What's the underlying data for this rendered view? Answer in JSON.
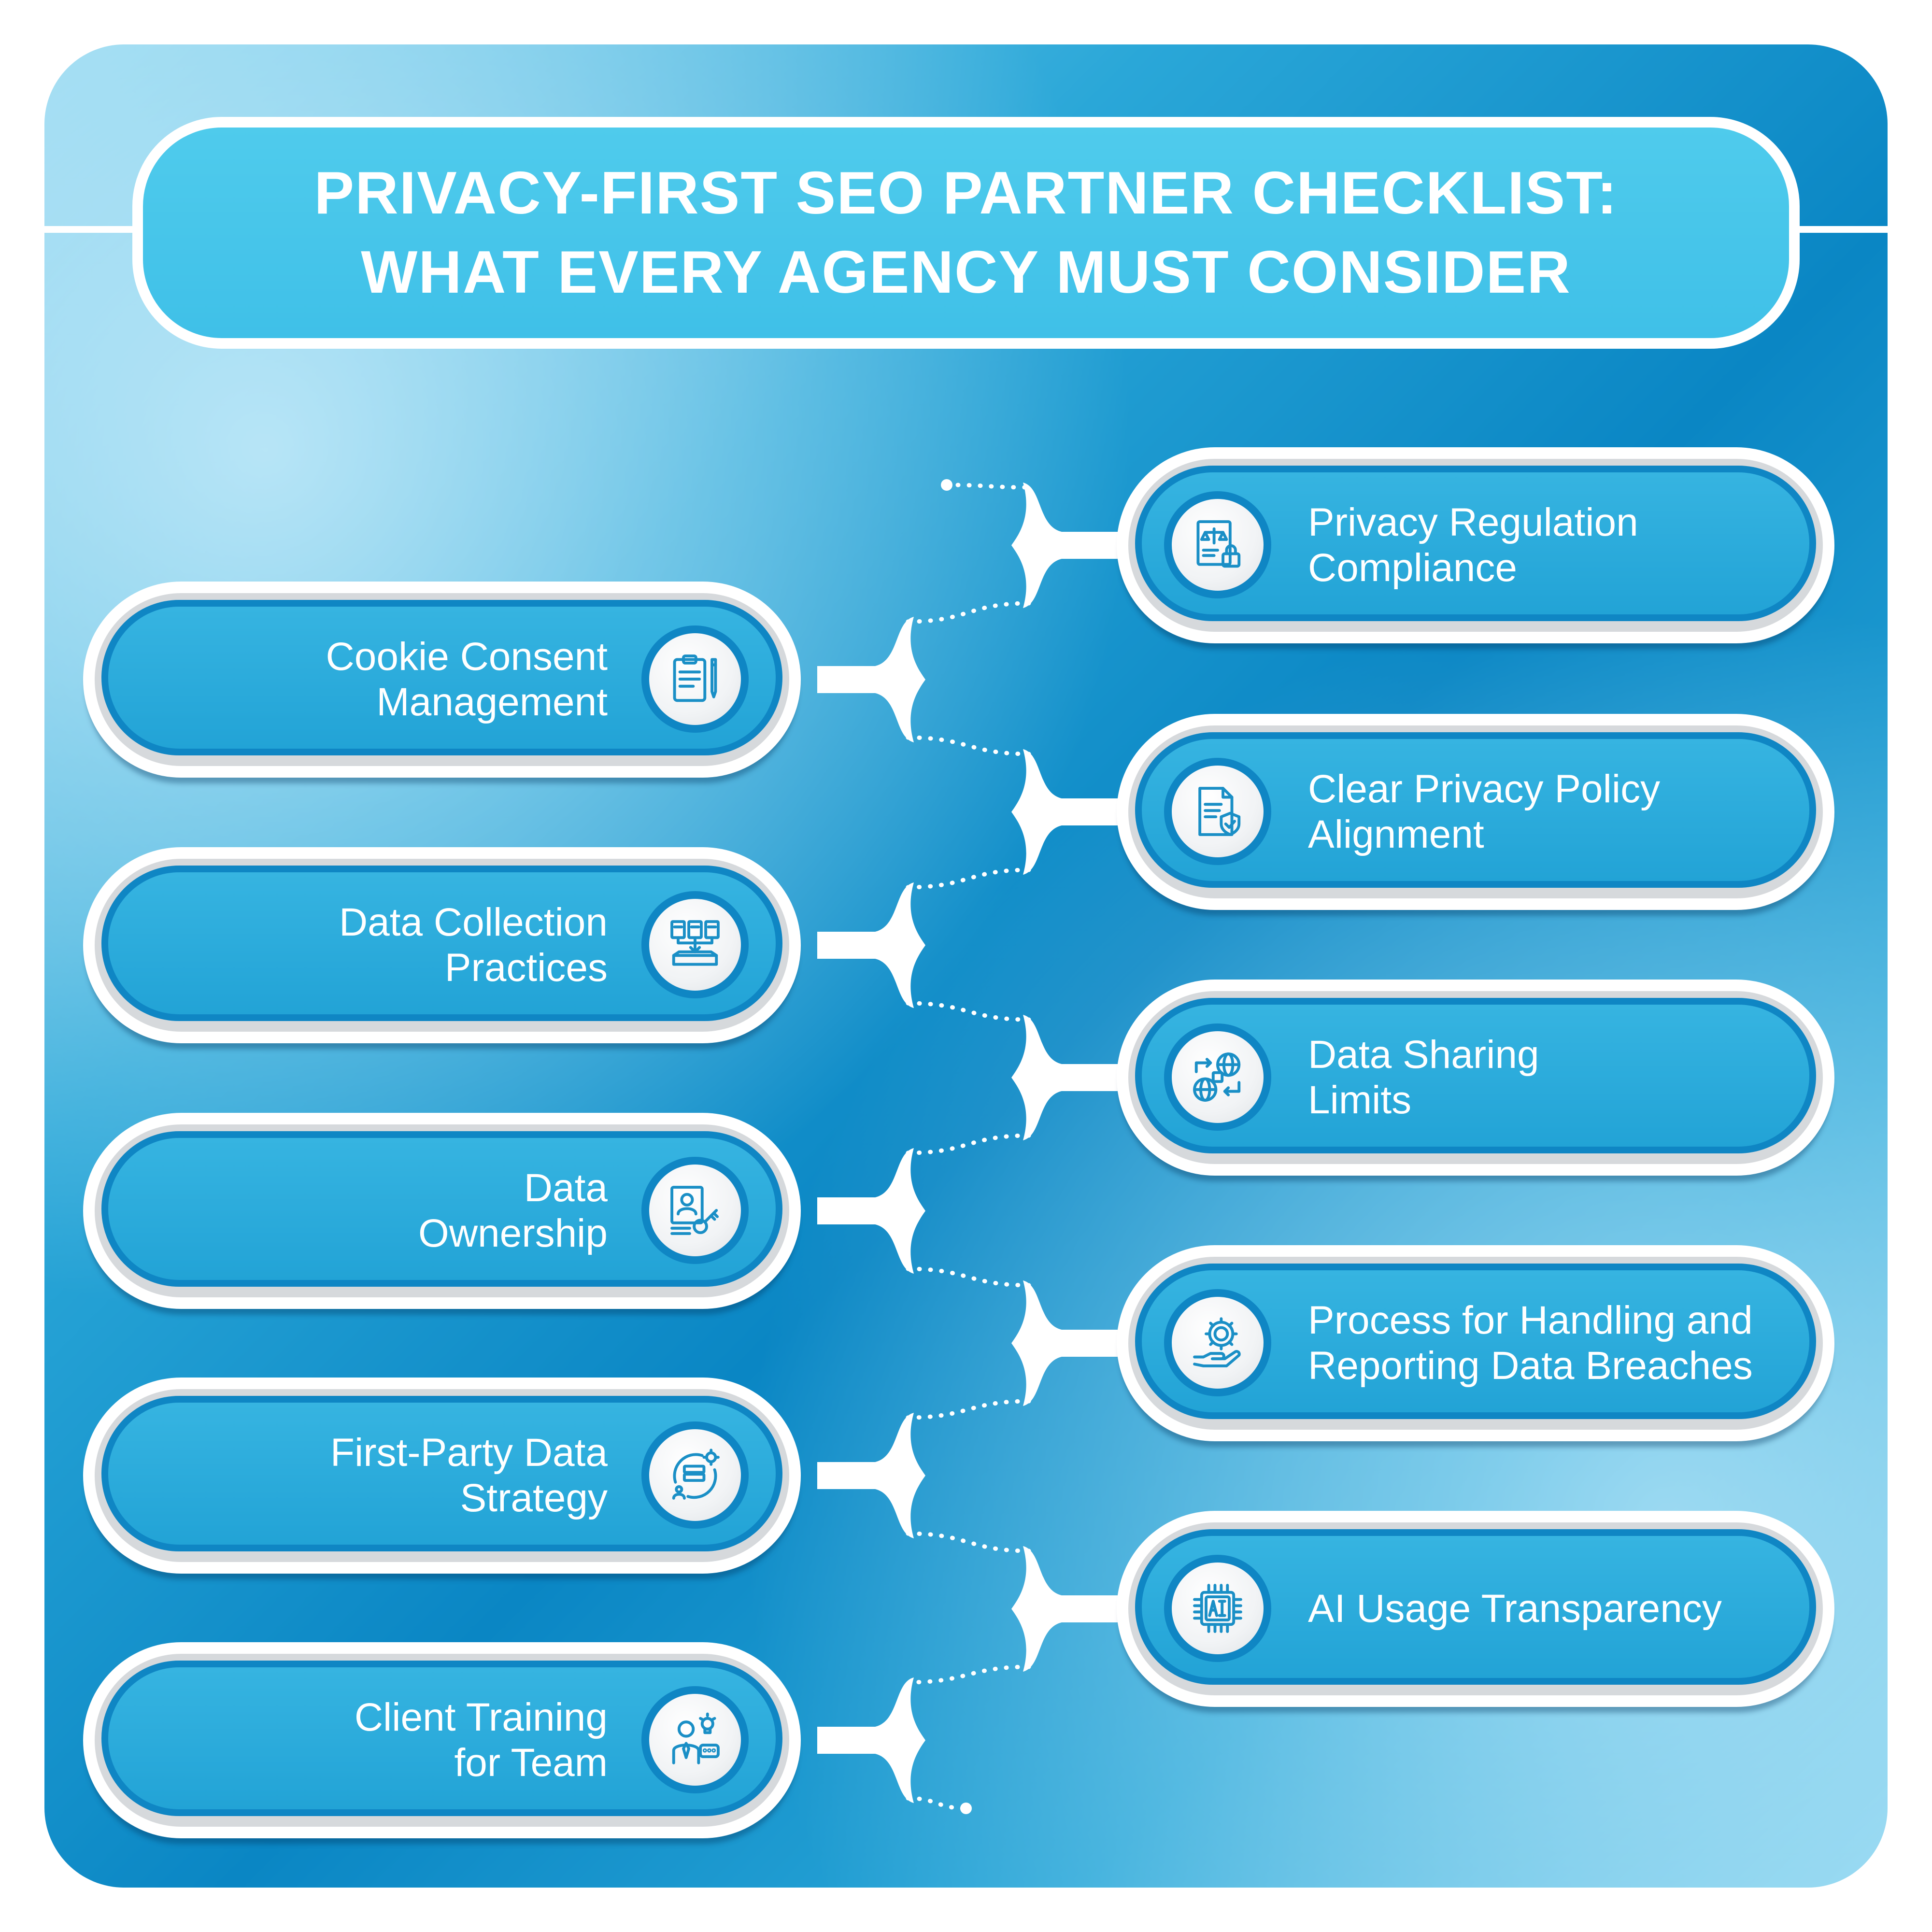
{
  "title": {
    "line1": "PRIVACY-FIRST SEO PARTNER CHECKLIST:",
    "line2": "WHAT EVERY AGENCY MUST CONSIDER"
  },
  "left_items": [
    {
      "line1": "Cookie Consent",
      "line2": "Management",
      "icon": "clipboard-pen-icon"
    },
    {
      "line1": "Data Collection",
      "line2": "Practices",
      "icon": "documents-inbox-icon"
    },
    {
      "line1": "Data",
      "line2": "Ownership",
      "icon": "user-key-icon"
    },
    {
      "line1": "First-Party Data",
      "line2": "Strategy",
      "icon": "server-gear-icon"
    },
    {
      "line1": "Client Training",
      "line2": "for Team",
      "icon": "trainer-idea-icon"
    }
  ],
  "right_items": [
    {
      "line1": "Privacy Regulation",
      "line2": "Compliance",
      "icon": "law-document-lock-icon"
    },
    {
      "line1": "Clear Privacy Policy",
      "line2": "Alignment",
      "icon": "document-shield-icon"
    },
    {
      "line1": "Data Sharing",
      "line2": "Limits",
      "icon": "globe-exchange-icon"
    },
    {
      "line1": "Process for Handling and",
      "line2": "Reporting Data Breaches",
      "icon": "hand-gear-icon"
    },
    {
      "line1": "AI Usage Transparency",
      "line2": "",
      "icon": "ai-chip-icon"
    }
  ],
  "colors": {
    "panel_dark": "#0a86c4",
    "panel_light": "#8ed6ef",
    "title_fill": "#4fcbec",
    "pill_fill": "#22a3d6",
    "pill_border": "#0f86c4",
    "icon_stroke": "#1a8fc6",
    "text": "#ffffff"
  }
}
